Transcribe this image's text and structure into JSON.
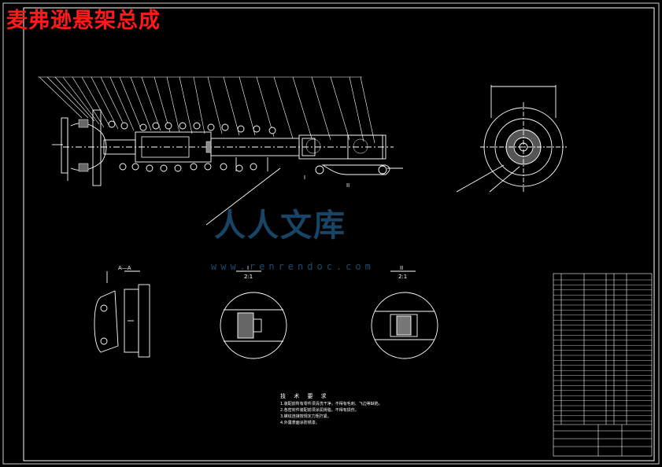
{
  "title": "麦弗逊悬架总成",
  "views": {
    "section_a": "A—A",
    "detail_1_label": "I",
    "detail_1_scale": "2:1",
    "detail_2_label": "II",
    "detail_2_scale": "2:1",
    "marker_1": "I",
    "marker_2": "II"
  },
  "notes": {
    "title": "技 术 要 求",
    "lines": [
      "1.装配前所有零件须清洗干净，不得有毛刺、飞边等缺陷。",
      "2.各密封件装配前须涂润滑脂，不得有损伤。",
      "3.螺纹连接按规定力矩拧紧。",
      "4.外露表面涂防锈漆。"
    ]
  },
  "watermark": {
    "text": "人人文库",
    "url": "www.renrendoc.com"
  },
  "colors": {
    "title": "#ff1a1a",
    "line": "#ffffff",
    "watermark": "#2d7fb8"
  }
}
